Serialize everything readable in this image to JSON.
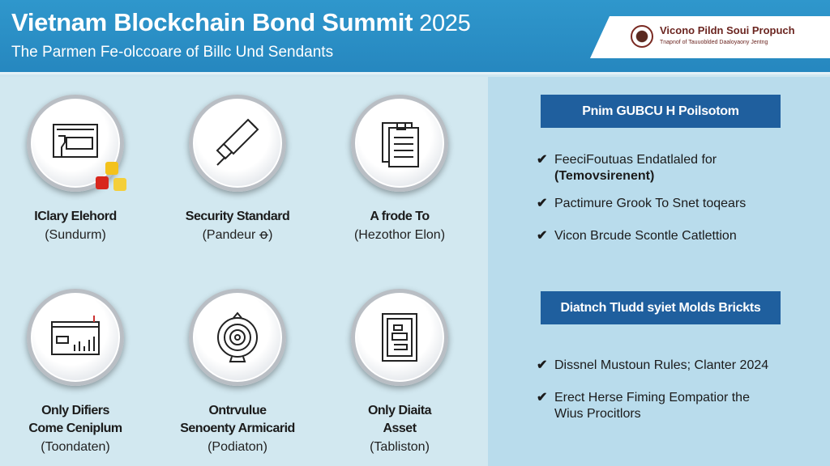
{
  "header": {
    "title": "Vietnam Blockchain Bond Summit",
    "year": "2025",
    "subtitle": "The Parmen Fe-olccoare of Billc Und Sendants"
  },
  "logo": {
    "name": "Vicono Pildn Soui Propuch",
    "tagline": "Tnapnof of Tauuoblded Daaloyaony Jentng"
  },
  "cards": [
    {
      "title": "IClary Elehord",
      "sub": "(Sundurm)",
      "icon": "chat-window-icon"
    },
    {
      "title": "Security Standard",
      "sub": "(Pandeur ꝋ)",
      "icon": "usb-key-icon"
    },
    {
      "title": "A frode To",
      "sub": "(Hezothor Elon)",
      "icon": "clipboard-document-icon"
    },
    {
      "title": "Only Difiers\nCome Ceniplum",
      "title1": "Only Difiers",
      "title2": "Come Ceniplum",
      "sub": "(Toondaten)",
      "icon": "chart-window-icon"
    },
    {
      "title1": "Ontrvulue",
      "title2": "Senoenty Armicarid",
      "sub": "(Podiaton)",
      "icon": "target-icon"
    },
    {
      "title1": "Only Diaita",
      "title2": "Asset",
      "sub": "(Tabliston)",
      "icon": "digital-document-icon"
    }
  ],
  "right": {
    "section1": {
      "title": "Pnim GUBCU H Poilsotom",
      "bullets": [
        {
          "l1": "FeeciFoutuas Endatlaled for",
          "l2": "(Temovsirenent)"
        },
        {
          "l1": "Pactimure Grook To Snet toqears"
        },
        {
          "l1": "Vicon Brcude Scontle Catlettion"
        }
      ]
    },
    "section2": {
      "title": "Diatnch Tludd syiet Molds Brickts",
      "bullets": [
        {
          "l1": "Dissnel Mustoun Rules; Clanter 2024"
        },
        {
          "l1": "Erect Herse Fiming Eompatior the",
          "l2": "Wius Procitlors"
        }
      ]
    },
    "check": "✔"
  }
}
